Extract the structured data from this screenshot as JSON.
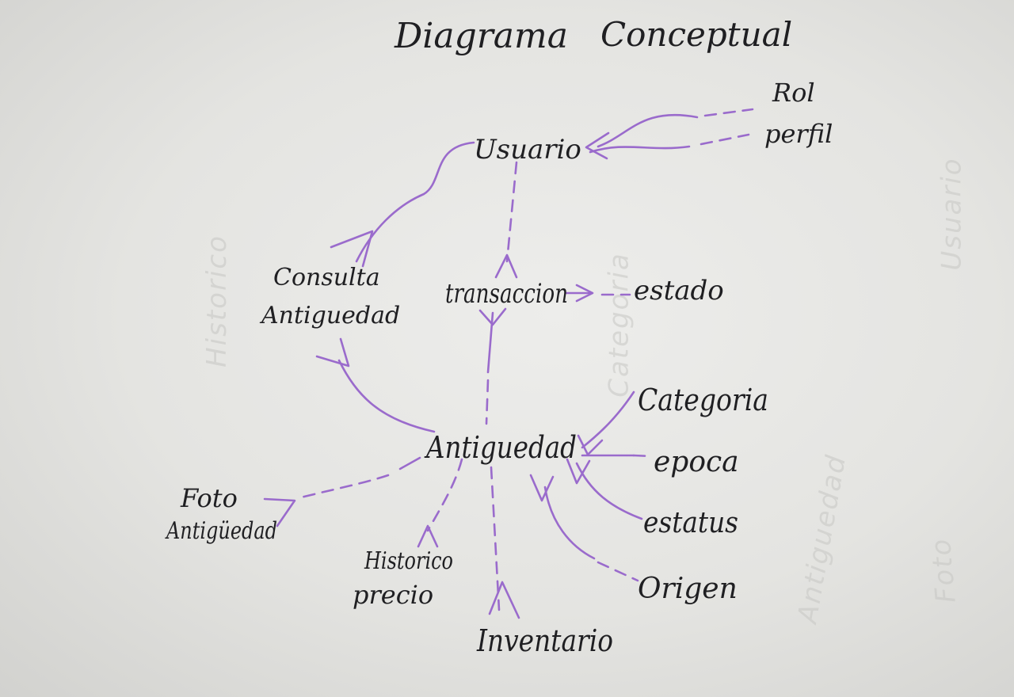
{
  "diagram": {
    "title": "Diagrama",
    "title_second": "Conceptual",
    "colors": {
      "edge": "#9a6bcc",
      "ink": "#1f1f22",
      "paper": "#e6e6e3"
    },
    "nodes": {
      "usuario": "Usuario",
      "rol": "Rol",
      "perfil": "perfil",
      "consulta_line1": "Consulta",
      "consulta_line2": "Antiguedad",
      "transaccion": "transaccion",
      "estado": "estado",
      "antiguedad": "Antiguedad",
      "categoria": "Categoria",
      "epoca": "epoca",
      "estatus": "estatus",
      "origen": "Origen",
      "foto_line1": "Foto",
      "foto_line2": "Antigüedad",
      "historico_line1": "Historico",
      "historico_line2": "precio",
      "inventario": "Inventario"
    },
    "ghost_text": [
      "Historico",
      "Usuario",
      "Antiguedad",
      "Categoria",
      "Foto"
    ]
  }
}
